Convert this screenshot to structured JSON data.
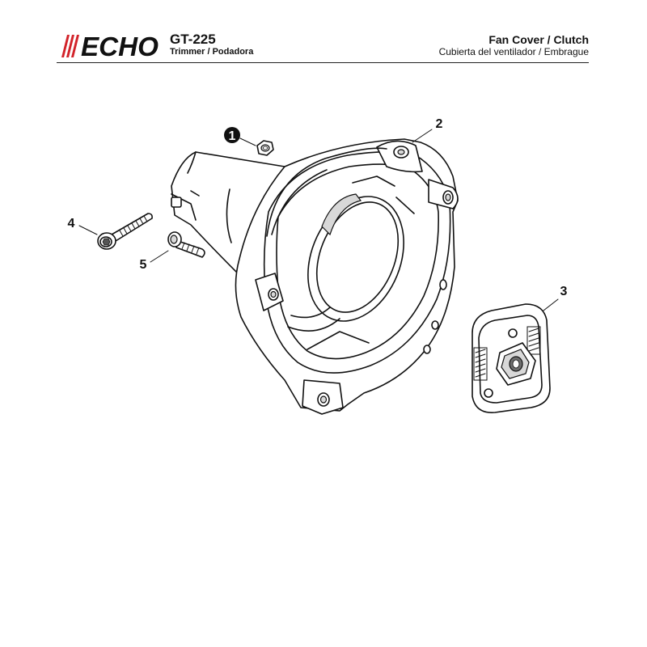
{
  "header": {
    "brand": "ECHO",
    "model": "GT-225",
    "product": "Trimmer / Podadora",
    "title": "Fan Cover / Clutch",
    "subtitle": "Cubierta del ventilador / Embrague"
  },
  "callouts": {
    "c1": "1",
    "c2": "2",
    "c3": "3",
    "c4": "4",
    "c5": "5"
  },
  "colors": {
    "brand": "#d2232a",
    "line": "#111111"
  }
}
